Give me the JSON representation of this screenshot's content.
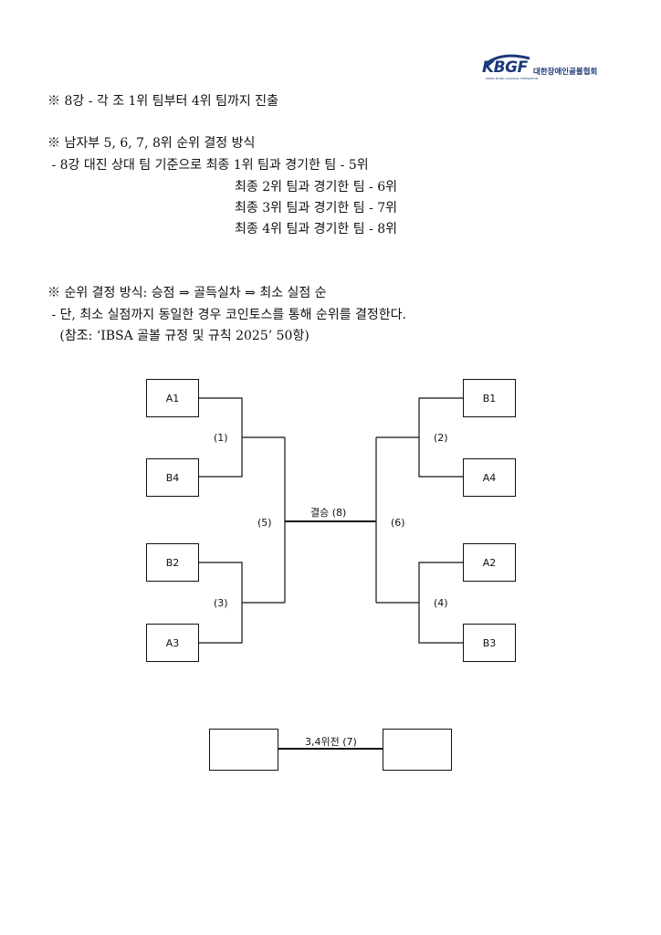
{
  "header": {
    "logo_text": "KBGF",
    "org_name": "대한장애인골볼협회",
    "logo_tagline": "KOREA BLIND GOALBALL FEDERATION"
  },
  "notes": {
    "line1": "※ 8강 - 각 조 1위 팀부터 4위 팀까지 진출",
    "line2": "※ 남자부 5, 6, 7, 8위 순위 결정 방식",
    "line3": " - 8강 대진 상대 팀 기준으로 최종 1위 팀과 경기한 팀 - 5위",
    "line4": "최종 2위 팀과 경기한 팀 - 6위",
    "line5": "최종 3위 팀과 경기한 팀 - 7위",
    "line6": "최종 4위 팀과 경기한 팀 - 8위",
    "line7": "※ 순위 결정 방식: 승점 ⇒ 골득실차 ⇒ 최소 실점 순",
    "line8": " - 단, 최소 실점까지 동일한 경우 코인토스를 통해 순위를 결정한다.",
    "line9": "   (참조: ‘IBSA 골볼 규정 및 규칙 2025’ 50항)"
  },
  "bracket": {
    "left_teams": [
      "A1",
      "B4",
      "B2",
      "A3"
    ],
    "right_teams": [
      "B1",
      "A4",
      "A2",
      "B3"
    ],
    "matches": {
      "m1": "(1)",
      "m2": "(2)",
      "m3": "(3)",
      "m4": "(4)",
      "m5": "(5)",
      "m6": "(6)"
    },
    "final_label": "결승 (8)",
    "third_place_label": "3,4위전 (7)"
  }
}
